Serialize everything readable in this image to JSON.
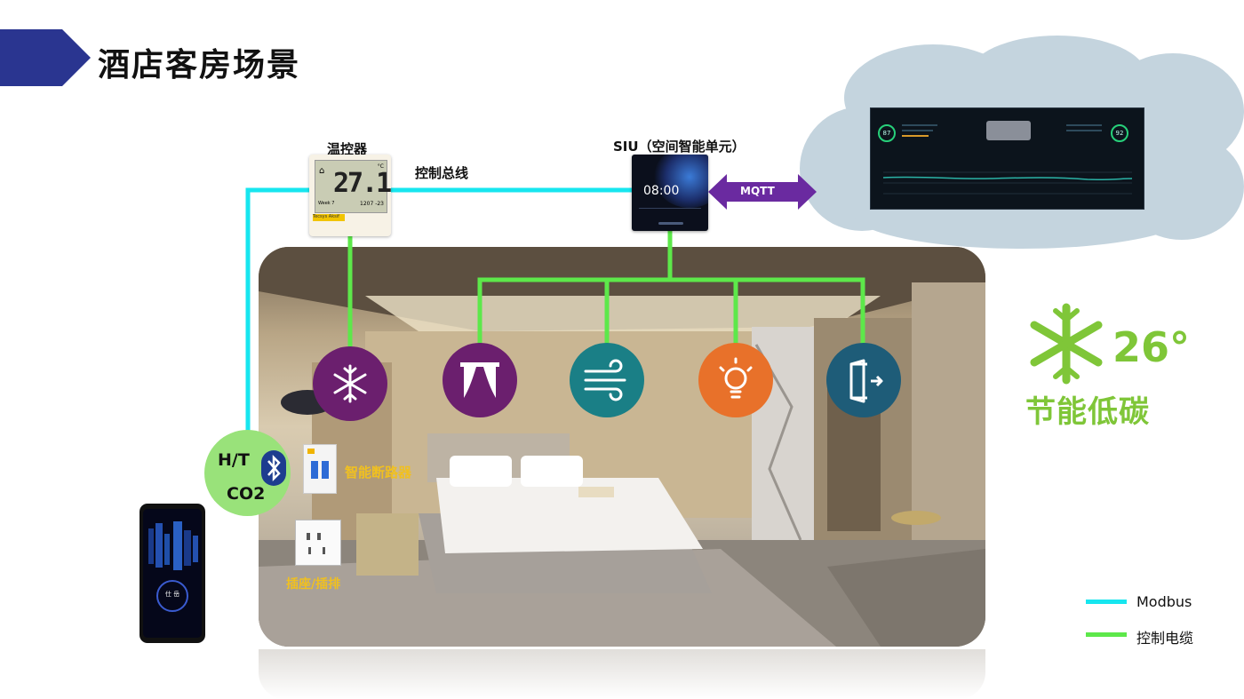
{
  "page": {
    "title": "酒店客房场景"
  },
  "thermostat": {
    "label": "温控器",
    "reading": "27.1",
    "small": "1207 -23",
    "week": "Week 7",
    "unit": "°C",
    "brand": "Tecsys Aksif"
  },
  "control_bus_label": "控制总线",
  "siu": {
    "label": "SIU（空间智能单元）",
    "time": "08:00"
  },
  "mqtt_label": "MQTT",
  "dashboard": {
    "left_value": "87",
    "right_value": "92"
  },
  "devices": [
    {
      "name": "ac",
      "icon": "snowflake-icon",
      "color": "#6b1f6e"
    },
    {
      "name": "curtain",
      "icon": "curtain-icon",
      "color": "#6b1f6e"
    },
    {
      "name": "fan",
      "icon": "wind-icon",
      "color": "#1a7f86"
    },
    {
      "name": "light",
      "icon": "lightbulb-icon",
      "color": "#e8712a"
    },
    {
      "name": "door",
      "icon": "door-icon",
      "color": "#1e5c78"
    }
  ],
  "sensor": {
    "line1": "H/T",
    "line2": "CO2",
    "icon": "bluetooth-icon"
  },
  "breaker_label": "智能断路器",
  "socket_label": "插座/插排",
  "phone": {
    "screen_text": "仕 岳"
  },
  "eco": {
    "temperature": "26°",
    "text": "节能低碳",
    "icon": "snowflake-icon"
  },
  "legend": [
    {
      "label": "Modbus",
      "color": "#17e6ef"
    },
    {
      "label": "控制电缆",
      "color": "#5de84a"
    }
  ],
  "colors": {
    "modbus": "#17e6ef",
    "control_cable": "#5de84a",
    "mqtt_arrow": "#6a2aa0",
    "header_tab": "#2a3590"
  }
}
